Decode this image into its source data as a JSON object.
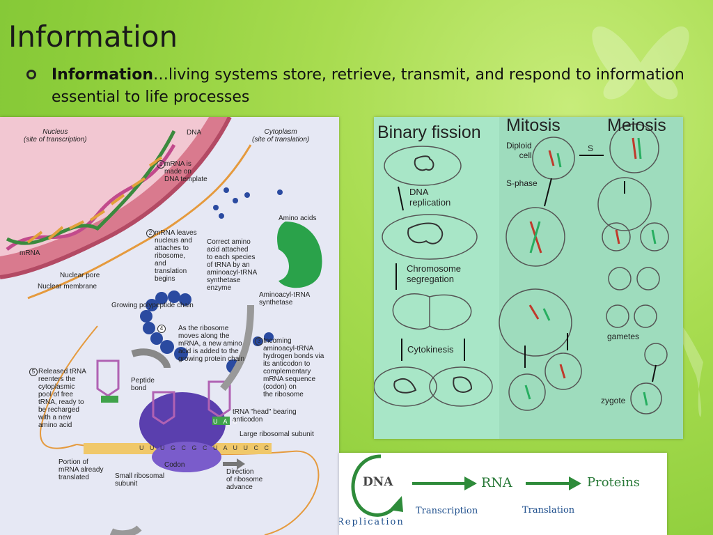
{
  "slide": {
    "title": "Information",
    "bullet_bold": "Information",
    "bullet_rest": "…living systems store, retrieve, transmit, and respond to information essential to life processes"
  },
  "translation_diagram": {
    "nucleus": "Nucleus\n(site of transcription)",
    "cytoplasm": "Cytoplasm\n(site of translation)",
    "dna": "DNA",
    "step1": "mRNA is\nmade on\nDNA template",
    "step2": "mRNA leaves\nnucleus and\nattaches to\nribosome,\nand\ntranslation\nbegins",
    "step3": "Incoming\naminoacyl-tRNA\nhydrogen bonds via\nits anticodon to\ncomplementary\nmRNA sequence\n(codon) on\nthe ribosome",
    "step4": "As the ribosome\nmoves along the\nmRNA, a new amino\nacid is added to the\ngrowing protein chain",
    "step5": "Released tRNA\nreenters the\ncytoplasmic\npool of free\ntRNA, ready to\nbe recharged\nwith a new\namino acid",
    "amino_acids": "Amino acids",
    "correct_amino": "Correct amino\nacid attached\nto each species\nof tRNA by an\naminoacyl-tRNA\nsynthetase\nenzyme",
    "synthetase": "Aminoacyl-tRNA\nsynthetase",
    "mrna": "mRNA",
    "nuclear_pore": "Nuclear pore",
    "nuclear_membrane": "Nuclear membrane",
    "growing_chain": "Growing polypeptide chain",
    "peptide_bond": "Peptide\nbond",
    "trna_head": "tRNA \"head\" bearing\nanticodon",
    "large_subunit": "Large ribosomal subunit",
    "portion_mrna": "Portion of\nmRNA already\ntranslated",
    "small_subunit": "Small ribosomal\nsubunit",
    "codon": "Codon",
    "direction": "Direction\nof ribosome\nadvance",
    "step_numbers": [
      "1",
      "2",
      "3",
      "4",
      "5"
    ],
    "mrna_sequence": "U U U G C G C U A U U C C",
    "anticodon_letters": "U A U"
  },
  "cell_division": {
    "binary_fission": "Binary fission",
    "mitosis": "Mitosis",
    "meiosis": "Meiosis",
    "diploid": "Diploid\ncell",
    "s_phase": "S-phase",
    "s": "S",
    "dna_replication": "DNA\nreplication",
    "chromosome_segregation": "Chromosome\nsegregation",
    "cytokinesis": "Cytokinesis",
    "gametes": "gametes",
    "zygote": "zygote"
  },
  "flow": {
    "dna": "DNA",
    "rna": "RNA",
    "proteins": "Proteins",
    "replication": "Replication",
    "transcription": "Transcription",
    "translation": "Translation",
    "arrow_color": "#2e8b3a"
  }
}
